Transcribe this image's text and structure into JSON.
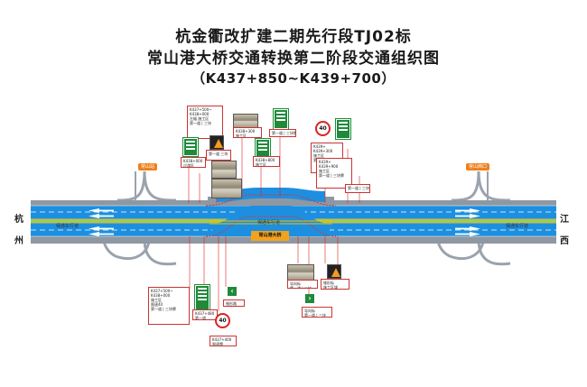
{
  "title": {
    "line1": "杭金衢改扩建二期先行段TJ02标",
    "line2": "常山港大桥交通转换第二阶段交通组织图",
    "line3": "（K437+850~K439+700）"
  },
  "sides": {
    "left_top": "杭",
    "left_bottom": "州",
    "right_top": "江",
    "right_bottom": "西"
  },
  "interchanges": {
    "left": "常山站",
    "right": "常山西口"
  },
  "bridge": {
    "label": "常山港大桥",
    "lane_label_left": "保通车行道",
    "lane_label_right": "保通车行道"
  },
  "speed_limit": "40",
  "callouts": [
    {
      "id": "c1",
      "text": "K437+500~\nK438+000\n左幅 施工区\n第一道 | 三块"
    },
    {
      "id": "c2",
      "text": "K438+000\n过渡区"
    },
    {
      "id": "c3",
      "text": "第一道 三块"
    },
    {
      "id": "c4",
      "text": "K438+300\n施工区"
    },
    {
      "id": "c5",
      "text": "第一道 | 三块牌"
    },
    {
      "id": "c6",
      "text": "K438+800\n施工区"
    },
    {
      "id": "c7",
      "text": "K439+\nK439+300\n施工区\n第一道 | 三块牌"
    },
    {
      "id": "c8",
      "text": "K439+\nK439+900\n施工区\n第一道 | 三块牌"
    },
    {
      "id": "c9",
      "text": "K437+500~\nK438+000\n施工区\n限速40\n第一道 | 三块牌"
    },
    {
      "id": "c10",
      "text": "K437+480\n第一道"
    },
    {
      "id": "c11",
      "text": "K437+400\n限速牌"
    },
    {
      "id": "c12",
      "text": "锥形路\n前方"
    },
    {
      "id": "c13",
      "text": "导向标\n第一道 | 三块"
    },
    {
      "id": "c14",
      "text": "锥形标\n施工区域"
    }
  ]
}
